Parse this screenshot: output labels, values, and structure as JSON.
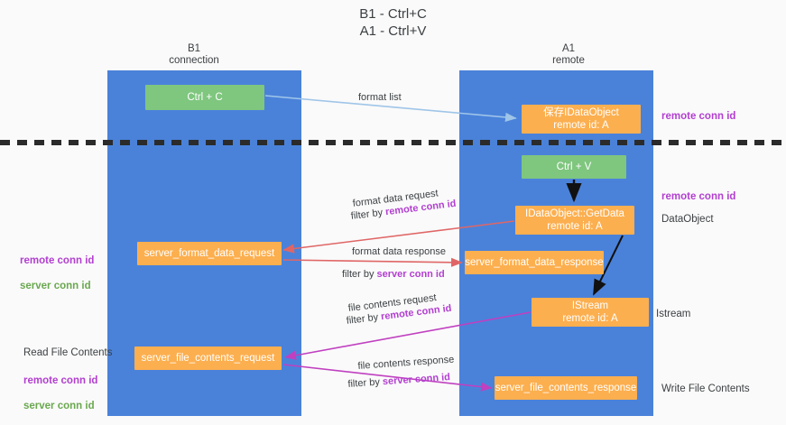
{
  "diagram": {
    "title": "B1 - Ctrl+C\nA1 - Ctrl+V",
    "columns": [
      {
        "id": "b1",
        "label": "B1\nconnection",
        "color": "#4a82da"
      },
      {
        "id": "a1",
        "label": "A1\nremote",
        "color": "#4a82da"
      }
    ],
    "nodes": [
      {
        "id": "ctrl-c",
        "label": "Ctrl + C",
        "color": "#7fc67f",
        "lane": "b1"
      },
      {
        "id": "idataobject",
        "label": "保存IDataObject\nremote id: A",
        "color": "#fcaf4f",
        "lane": "a1"
      },
      {
        "id": "ctrl-v",
        "label": "Ctrl + V",
        "color": "#7fc67f",
        "lane": "a1"
      },
      {
        "id": "getdata",
        "label": "IDataObject::GetData\nremote id: A",
        "color": "#fcaf4f",
        "lane": "a1"
      },
      {
        "id": "fmt-request",
        "label": "server_format_data_request",
        "color": "#fcaf4f",
        "lane": "b1"
      },
      {
        "id": "fmt-response",
        "label": "server_format_data_response",
        "color": "#fcaf4f",
        "lane": "a1"
      },
      {
        "id": "istream",
        "label": "IStream\nremote id: A",
        "color": "#fcaf4f",
        "lane": "a1"
      },
      {
        "id": "file-request",
        "label": "server_file_contents_request",
        "color": "#fcaf4f",
        "lane": "b1"
      },
      {
        "id": "file-response",
        "label": "server_file_contents_response",
        "color": "#fcaf4f",
        "lane": "a1"
      }
    ],
    "edge_labels": {
      "format_list": "format list",
      "format_data_request": "format data request",
      "format_data_request_filter_prefix": "filter by ",
      "format_data_request_filter_key": "remote conn id",
      "format_data_response": "format data response",
      "format_data_response_filter_prefix": "filter by ",
      "format_data_response_filter_key": "server conn id",
      "file_contents_request": "file contents request",
      "file_contents_request_filter_prefix": "filter by ",
      "file_contents_request_filter_key": "remote conn id",
      "file_contents_response": "file contents response",
      "file_contents_response_filter_prefix": "filter by ",
      "file_contents_response_filter_key": "server conn id"
    },
    "annotations": {
      "right_remote_conn_top": "remote conn id",
      "right_remote_conn_mid": "remote conn id",
      "right_dataobject": "DataObject",
      "right_istream": "Istream",
      "right_write_file_contents": "Write File Contents",
      "left_remote_conn_id": "remote conn id",
      "left_server_conn_id": "server conn id",
      "left_read_file_contents": "Read File Contents",
      "left_remote_conn_id_2": "remote conn id",
      "left_server_conn_id_2": "server conn id"
    },
    "colors": {
      "lane": "#4a82da",
      "node_green": "#7fc67f",
      "node_orange": "#fcaf4f",
      "accent_purple": "#b23fd0",
      "accent_green": "#6aa84f",
      "edge_lightblue": "#9fc5e8",
      "edge_red": "#e06666",
      "edge_magenta": "#c040c0",
      "edge_black": "#000000",
      "background": "#fafafa"
    }
  }
}
